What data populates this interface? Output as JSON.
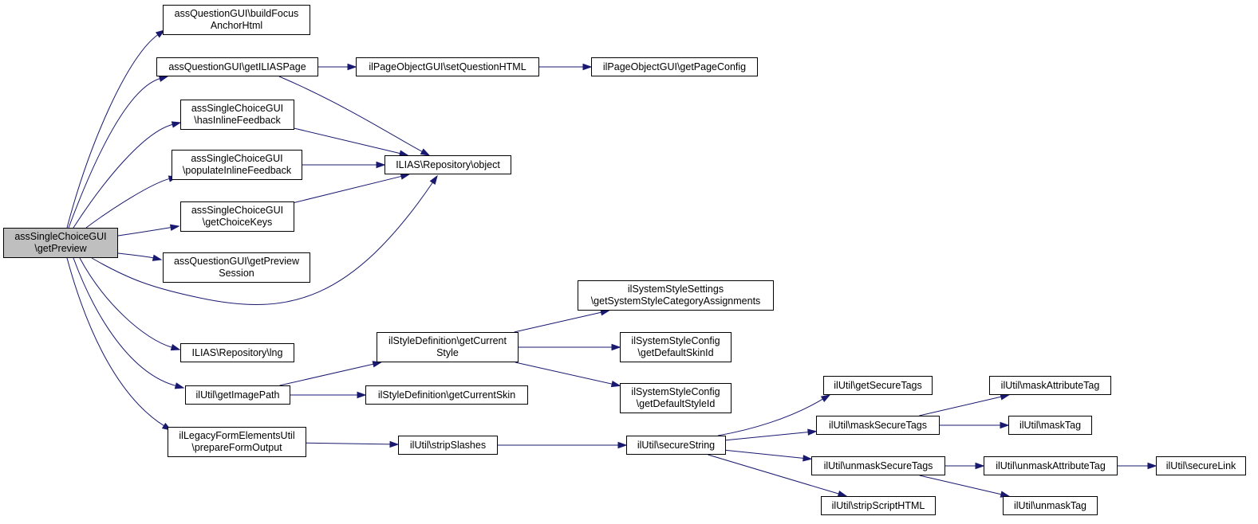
{
  "nodes": {
    "root": [
      "assSingleChoiceGUI",
      "\\getPreview"
    ],
    "build_focus": [
      "assQuestionGUI\\buildFocus",
      "AnchorHtml"
    ],
    "get_ilias_page": [
      "assQuestionGUI\\getILIASPage"
    ],
    "set_question_html": [
      "ilPageObjectGUI\\setQuestionHTML"
    ],
    "get_page_config": [
      "ilPageObjectGUI\\getPageConfig"
    ],
    "has_inline_feedback": [
      "assSingleChoiceGUI",
      "\\hasInlineFeedback"
    ],
    "populate_inline_feedback": [
      "assSingleChoiceGUI",
      "\\populateInlineFeedback"
    ],
    "repo_object": [
      "ILIAS\\Repository\\object"
    ],
    "get_choice_keys": [
      "assSingleChoiceGUI",
      "\\getChoiceKeys"
    ],
    "get_preview_session": [
      "assQuestionGUI\\getPreview",
      "Session"
    ],
    "sys_style_settings": [
      "ilSystemStyleSettings",
      "\\getSystemStyleCategoryAssignments"
    ],
    "get_current_style": [
      "ilStyleDefinition\\getCurrent",
      "Style"
    ],
    "default_skin_id": [
      "ilSystemStyleConfig",
      "\\getDefaultSkinId"
    ],
    "repo_lng": [
      "ILIAS\\Repository\\lng"
    ],
    "get_image_path": [
      "ilUtil\\getImagePath"
    ],
    "get_current_skin": [
      "ilStyleDefinition\\getCurrentSkin"
    ],
    "default_style_id": [
      "ilSystemStyleConfig",
      "\\getDefaultStyleId"
    ],
    "get_secure_tags": [
      "ilUtil\\getSecureTags"
    ],
    "mask_attribute_tag": [
      "ilUtil\\maskAttributeTag"
    ],
    "mask_secure_tags": [
      "ilUtil\\maskSecureTags"
    ],
    "mask_tag": [
      "ilUtil\\maskTag"
    ],
    "prepare_form_output": [
      "ilLegacyFormElementsUtil",
      "\\prepareFormOutput"
    ],
    "strip_slashes": [
      "ilUtil\\stripSlashes"
    ],
    "secure_string": [
      "ilUtil\\secureString"
    ],
    "unmask_secure_tags": [
      "ilUtil\\unmaskSecureTags"
    ],
    "unmask_attribute_tag": [
      "ilUtil\\unmaskAttributeTag"
    ],
    "secure_link": [
      "ilUtil\\secureLink"
    ],
    "strip_script_html": [
      "ilUtil\\stripScriptHTML"
    ],
    "unmask_tag": [
      "ilUtil\\unmaskTag"
    ]
  },
  "edges": [
    [
      "root",
      "build_focus"
    ],
    [
      "root",
      "get_ilias_page"
    ],
    [
      "root",
      "has_inline_feedback"
    ],
    [
      "root",
      "populate_inline_feedback"
    ],
    [
      "root",
      "get_choice_keys"
    ],
    [
      "root",
      "get_preview_session"
    ],
    [
      "root",
      "repo_object"
    ],
    [
      "root",
      "repo_lng"
    ],
    [
      "root",
      "get_image_path"
    ],
    [
      "root",
      "prepare_form_output"
    ],
    [
      "get_ilias_page",
      "set_question_html"
    ],
    [
      "get_ilias_page",
      "repo_object"
    ],
    [
      "set_question_html",
      "get_page_config"
    ],
    [
      "has_inline_feedback",
      "repo_object"
    ],
    [
      "populate_inline_feedback",
      "repo_object"
    ],
    [
      "get_choice_keys",
      "repo_object"
    ],
    [
      "get_image_path",
      "get_current_style"
    ],
    [
      "get_image_path",
      "get_current_skin"
    ],
    [
      "get_current_style",
      "sys_style_settings"
    ],
    [
      "get_current_style",
      "default_skin_id"
    ],
    [
      "get_current_style",
      "default_style_id"
    ],
    [
      "prepare_form_output",
      "strip_slashes"
    ],
    [
      "strip_slashes",
      "secure_string"
    ],
    [
      "secure_string",
      "get_secure_tags"
    ],
    [
      "secure_string",
      "mask_secure_tags"
    ],
    [
      "secure_string",
      "unmask_secure_tags"
    ],
    [
      "secure_string",
      "strip_script_html"
    ],
    [
      "mask_secure_tags",
      "mask_attribute_tag"
    ],
    [
      "mask_secure_tags",
      "mask_tag"
    ],
    [
      "unmask_secure_tags",
      "unmask_attribute_tag"
    ],
    [
      "unmask_secure_tags",
      "unmask_tag"
    ],
    [
      "unmask_attribute_tag",
      "secure_link"
    ]
  ]
}
